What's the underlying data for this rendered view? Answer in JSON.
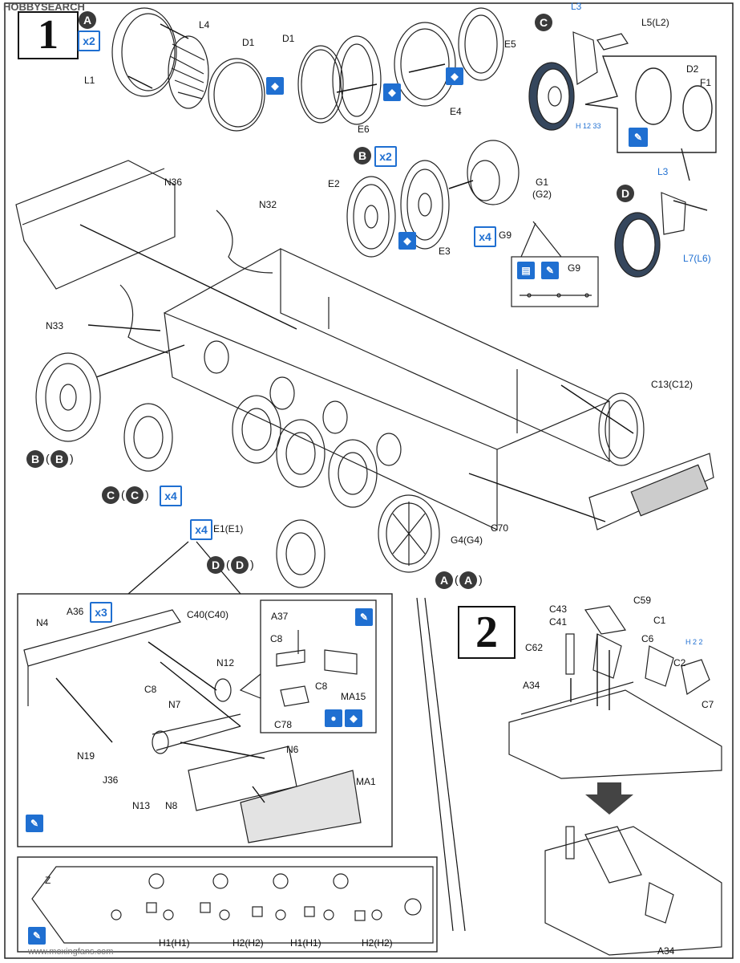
{
  "header": {
    "watermark_top": "HOBBYSEARCH",
    "watermark_bottom": "www.moxingfans.com"
  },
  "steps": [
    {
      "number": "1"
    },
    {
      "number": "2"
    }
  ],
  "circles": {
    "A": "A",
    "B": "B",
    "C": "C",
    "D": "D"
  },
  "qty": {
    "x2": "x2",
    "x4": "x4",
    "x3": "x3"
  },
  "labels": {
    "L4": "L4",
    "L1": "L1",
    "D1a": "D1",
    "D1b": "D1",
    "E6": "E6",
    "E4": "E4",
    "E5": "E5",
    "L3a": "L3",
    "L5": "L5(L2)",
    "D2": "D2",
    "F1": "F1",
    "H12": "H 12 33",
    "N36": "N36",
    "N32": "N32",
    "E2": "E2",
    "E3": "E3",
    "G1": "G1",
    "G2": "(G2)",
    "G9a": "G9",
    "G9b": "G9",
    "L3b": "L3",
    "L7": "L7(L6)",
    "N33": "N33",
    "C13": "C13(C12)",
    "E1": "E1(E1)",
    "G4": "G4(G4)",
    "C70": "C70",
    "N4": "N4",
    "A36": "A36",
    "C40": "C40(C40)",
    "N12": "N12",
    "C8a": "C8",
    "N7": "N7",
    "N19": "N19",
    "J36": "J36",
    "N6": "N6",
    "N13": "N13",
    "N8": "N8",
    "MA1": "MA1",
    "A37": "A37",
    "C8b": "C8",
    "C8c": "C8",
    "MA15": "MA15",
    "C78": "C78",
    "Z": "Z",
    "H1a": "H1(H1)",
    "H2a": "H2(H2)",
    "H1b": "H1(H1)",
    "H2b": "H2(H2)",
    "C43": "C43",
    "C59": "C59",
    "C41": "C41",
    "C1": "C1",
    "C6": "C6",
    "H2s": "H 2 2",
    "C62": "C62",
    "C2": "C2",
    "A34a": "A34",
    "C7": "C7",
    "A34b": "A34"
  },
  "colors": {
    "accent": "#1f6fd1",
    "ink": "#111111",
    "badge": "#3a3a3a"
  }
}
